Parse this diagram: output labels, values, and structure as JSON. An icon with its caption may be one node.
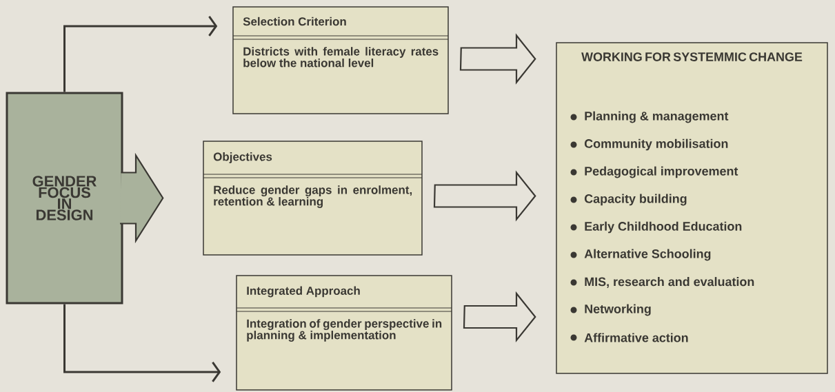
{
  "diagram": {
    "nodes": [
      {
        "text": [
          "GENDER FOCUS IN DESIGN"
        ]
      },
      {
        "text": [
          "Selection Criterion",
          "Districts with female literacy rates below the national level"
        ]
      },
      {
        "text": [
          "Objectives",
          "Reduce gender gaps in enrolment, retention & learning"
        ]
      },
      {
        "text": [
          "Integrated Approach",
          "Integration of gender perspective in planning & implementation"
        ]
      },
      {
        "text": [
          "WORKING FOR SYSTEMMIC CHANGE",
          "Planning & management",
          "Community mobilisation",
          "Pedagogical improvement",
          "Capacity building",
          "Early Childhood Education",
          "Alternative Schooling",
          "MIS, research and evaluation",
          "Networking",
          "Affirmative action"
        ]
      }
    ],
    "edges": [
      {
        "from": 0,
        "to": 1,
        "arrow": "to"
      },
      {
        "from": 0,
        "to": 2,
        "arrow": "to",
        "style": "thick",
        "color": "#a9b29c"
      },
      {
        "from": 0,
        "to": 3,
        "arrow": "to"
      },
      {
        "from": 1,
        "to": 4,
        "arrow": "to",
        "style": "thick"
      },
      {
        "from": 2,
        "to": 4,
        "arrow": "to",
        "style": "thick"
      },
      {
        "from": 3,
        "to": 4,
        "arrow": "to",
        "style": "thick"
      }
    ]
  }
}
